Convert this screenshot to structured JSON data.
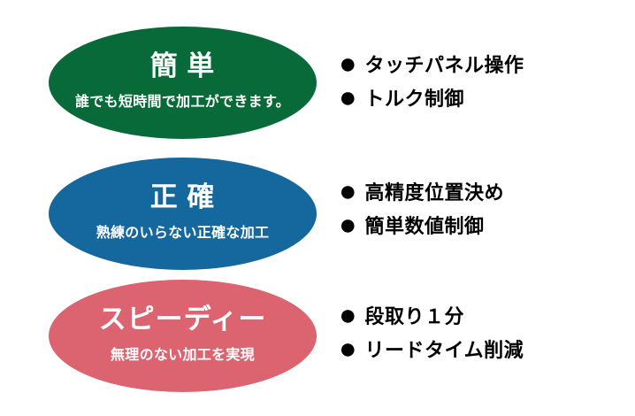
{
  "bullet_icon": "●",
  "rows": [
    {
      "title": "簡 単",
      "subtitle": "誰でも短時間で加工ができます。",
      "color": "#076a38",
      "bullets": [
        "タッチパネル操作",
        "トルク制御"
      ]
    },
    {
      "title": "正 確",
      "subtitle": "熟練のいらない正確な加工",
      "color": "#15689d",
      "bullets": [
        "高精度位置決め",
        "簡単数値制御"
      ]
    },
    {
      "title": "スピーディー",
      "subtitle": "無理のない加工を実現",
      "color": "#dc6471",
      "bullets": [
        "段取り１分",
        "リードタイム削減"
      ]
    }
  ]
}
